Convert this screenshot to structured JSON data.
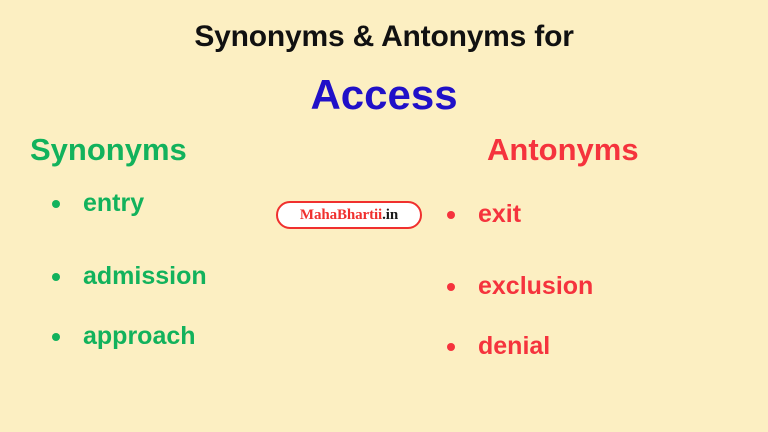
{
  "page": {
    "background_color": "#fcefc2",
    "title": "Synonyms & Antonyms for",
    "headword": "Access",
    "headword_color": "#2010c8"
  },
  "synonyms": {
    "heading": "Synonyms",
    "color": "#12b25c",
    "items": [
      {
        "label": "entry"
      },
      {
        "label": "admission"
      },
      {
        "label": "approach"
      }
    ]
  },
  "antonyms": {
    "heading": "Antonyms",
    "color": "#f5333d",
    "items": [
      {
        "label": "exit"
      },
      {
        "label": "exclusion"
      },
      {
        "label": "denial"
      }
    ]
  },
  "watermark": {
    "name": "MahaBhartii",
    "tld": ".in",
    "border_color": "#f0302e",
    "name_color": "#f0302e",
    "tld_color": "#1a1a1a"
  }
}
